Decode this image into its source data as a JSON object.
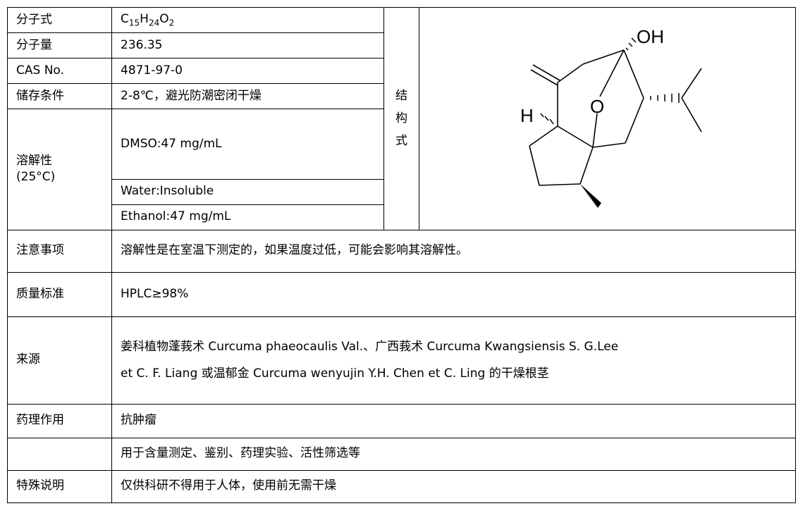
{
  "rows": {
    "formula": {
      "label": "分子式",
      "c": "C",
      "c_n": "15",
      "h": "H",
      "h_n": "24",
      "o": "O",
      "o_n": "2"
    },
    "mw": {
      "label": "分子量",
      "value": "236.35"
    },
    "cas": {
      "label": "CAS No.",
      "value": "4871-97-0"
    },
    "storage": {
      "label": "储存条件",
      "value": "2-8℃，避光防潮密闭干燥"
    },
    "solubility": {
      "label_line1": "溶解性",
      "label_line2": "(25°C)",
      "values": [
        "DMSO:47 mg/mL",
        "Water:Insoluble",
        "Ethanol:47 mg/mL"
      ]
    },
    "structure": {
      "label_chars": [
        "结",
        "构",
        "式"
      ],
      "atoms": {
        "oh": "OH",
        "h": "H",
        "o": "O"
      }
    },
    "notes": {
      "label": "注意事项",
      "value": "溶解性是在室温下测定的，如果温度过低，可能会影响其溶解性。"
    },
    "quality": {
      "label": "质量标准",
      "value": "HPLC≥98%"
    },
    "source": {
      "label": "来源",
      "line1": "姜科植物蓬莪术 Curcuma phaeocaulis Val.、广西莪术 Curcuma Kwangsiensis S. G.Lee",
      "line2": "et C. F. Liang 或温郁金 Curcuma wenyujin Y.H. Chen et C. Ling 的干燥根茎"
    },
    "pharm": {
      "label": "药理作用",
      "value": "抗肿瘤"
    },
    "usage": {
      "label": "",
      "value": "用于含量测定、鉴别、药理实验、活性筛选等"
    },
    "special": {
      "label": "特殊说明",
      "value": "仅供科研不得用于人体，使用前无需干燥"
    }
  }
}
